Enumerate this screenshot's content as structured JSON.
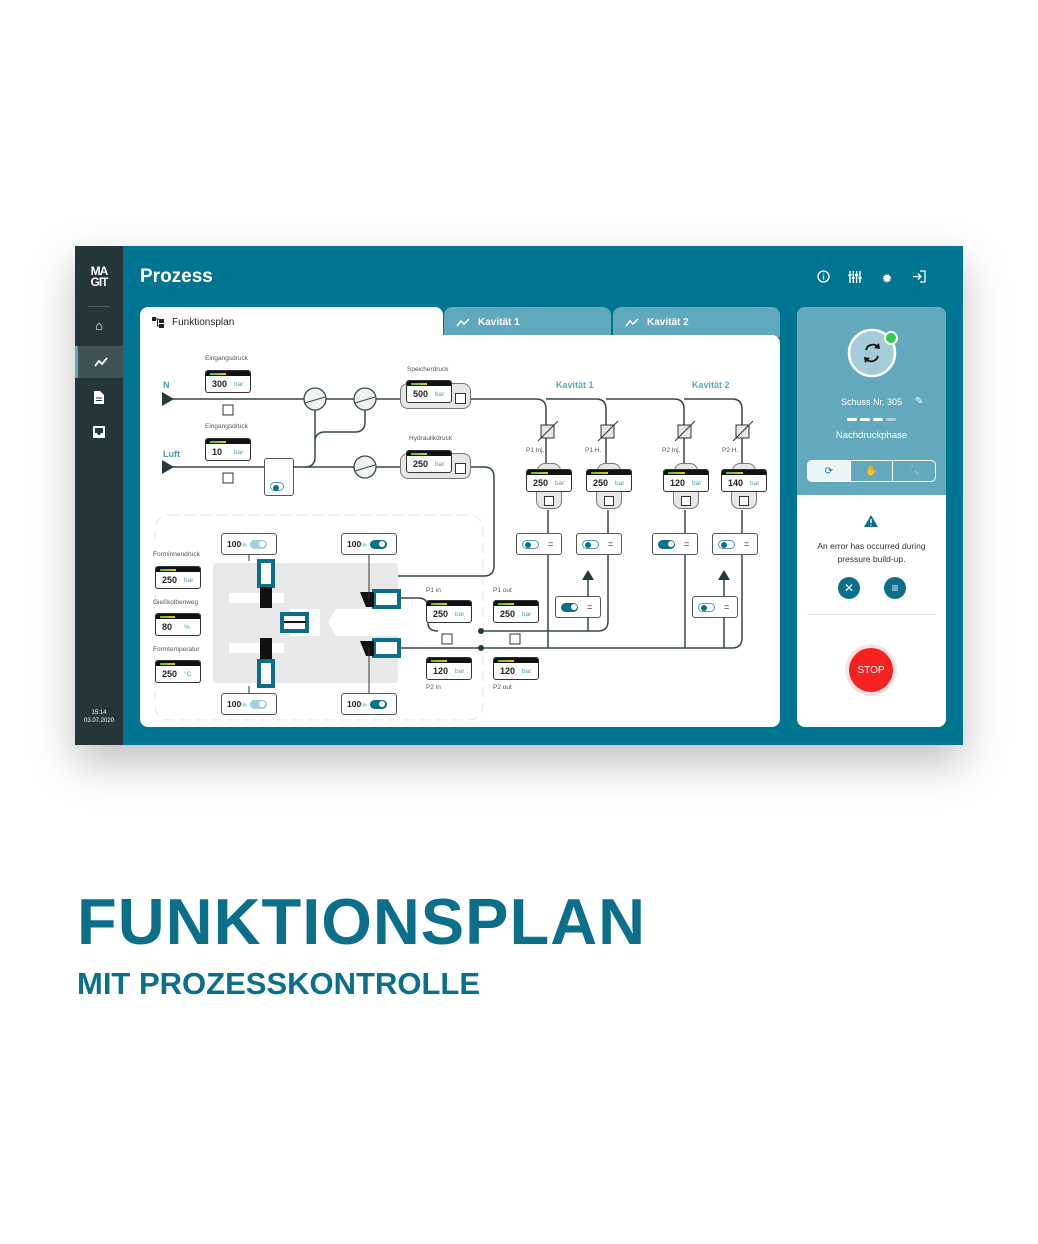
{
  "app": {
    "logo": "MA GIT",
    "title": "Prozess",
    "time": "15:14",
    "date": "03.07.2020"
  },
  "sidebar": {
    "items": [
      {
        "name": "home",
        "icon": "home-icon"
      },
      {
        "name": "process",
        "icon": "chart-icon",
        "active": true
      },
      {
        "name": "documents",
        "icon": "document-icon"
      },
      {
        "name": "inbox",
        "icon": "inbox-icon"
      }
    ]
  },
  "header_icons": [
    "info-icon",
    "sliders-icon",
    "gear-icon",
    "logout-icon"
  ],
  "tabs": [
    {
      "label": "Funktionsplan",
      "active": true
    },
    {
      "label": "Kavität 1"
    },
    {
      "label": "Kavität 2"
    }
  ],
  "diagram": {
    "inputs": {
      "n": "N",
      "luft": "Luft"
    },
    "cavity_headers": {
      "k1": "Kavität 1",
      "k2": "Kavität 2"
    },
    "gauges": [
      {
        "label": "Eingangsdruck",
        "value": "300",
        "unit": "bar",
        "level": 0.65
      },
      {
        "label": "Eingangsdruck",
        "value": "10",
        "unit": "bar",
        "level": 0.65
      },
      {
        "label": "Speicherdruck",
        "value": "500",
        "unit": "bar",
        "level": 0.65
      },
      {
        "label": "Hydraulikdruck",
        "value": "250",
        "unit": "bar",
        "level": 0.65
      },
      {
        "label": "P1 Inj.",
        "value": "250",
        "unit": "bar",
        "level": 0.7
      },
      {
        "label": "P1 H.",
        "value": "250",
        "unit": "bar",
        "level": 0.7
      },
      {
        "label": "P2 Inj.",
        "value": "120",
        "unit": "bar",
        "level": 0.7
      },
      {
        "label": "P2 H.",
        "value": "140",
        "unit": "bar",
        "level": 0.7
      },
      {
        "label": "Forminnendruck",
        "value": "250",
        "unit": "bar",
        "level": 0.65
      },
      {
        "label": "Gießkolbenweg",
        "value": "80",
        "unit": "%",
        "level": 0.6
      },
      {
        "label": "Formtemperatur",
        "value": "250",
        "unit": "°C",
        "level": 0.6
      },
      {
        "label": "P1 in",
        "value": "250",
        "unit": "bar",
        "level": 0.65
      },
      {
        "label": "P1 out",
        "value": "250",
        "unit": "bar",
        "level": 0.65
      },
      {
        "label": "P2 in",
        "value": "120",
        "unit": "bar",
        "level": 0.65
      },
      {
        "label": "P2 out",
        "value": "120",
        "unit": "bar",
        "level": 0.65
      }
    ],
    "pct_toggles": [
      {
        "value": "100",
        "unit": "%",
        "state": "off"
      },
      {
        "value": "100",
        "unit": "%",
        "state": "on"
      },
      {
        "value": "100",
        "unit": "%",
        "state": "off"
      },
      {
        "value": "100",
        "unit": "%",
        "state": "on"
      }
    ],
    "valve_toggles": [
      "outline",
      "outline",
      "on",
      "outline",
      "on",
      "outline",
      "outline"
    ]
  },
  "status": {
    "shot": "Schuss Nr. 305",
    "phase": "Nachdruckphase",
    "phase_progress": 0.75,
    "modes": [
      {
        "icon": "auto-cycle-icon",
        "active": true
      },
      {
        "icon": "hand-icon"
      },
      {
        "icon": "wrench-icon"
      }
    ],
    "status_color": "#2ecc40"
  },
  "error": {
    "message": "An error has occurred during pressure build-up.",
    "dismiss_icon": "close-icon",
    "details_icon": "list-icon"
  },
  "stop_label": "STOP",
  "caption": {
    "title": "FUNKTIONSPLAN",
    "subtitle": "MIT PROZESSKONTROLLE"
  }
}
